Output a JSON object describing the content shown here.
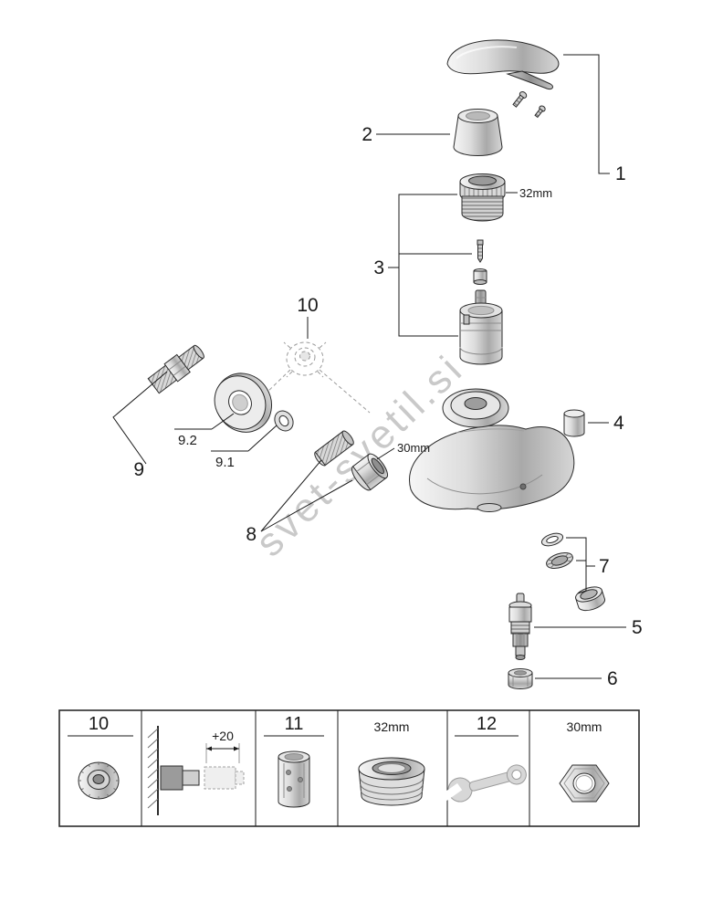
{
  "watermark": "svet-svetil.si",
  "callouts": {
    "n1": "1",
    "n2": "2",
    "n3": "3",
    "n4": "4",
    "n5": "5",
    "n6": "6",
    "n7": "7",
    "n8": "8",
    "n9": "9",
    "n9_1": "9.1",
    "n9_2": "9.2",
    "n10": "10"
  },
  "dims": {
    "ring": "32mm",
    "nut": "30mm"
  },
  "legend": {
    "cell10": {
      "label": "10",
      "icon": "coupling"
    },
    "cellWall": {
      "dim": "+20",
      "icon": "wall-installation"
    },
    "cell11": {
      "label": "11",
      "icon": "extension-sleeve"
    },
    "cell32": {
      "label": "32mm",
      "icon": "threaded-adapter"
    },
    "cell12": {
      "label": "12",
      "icon": "open-end-wrench"
    },
    "cell30": {
      "label": "30mm",
      "icon": "hex-nut"
    }
  }
}
